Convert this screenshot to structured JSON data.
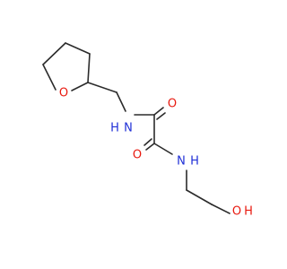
{
  "colors": {
    "bond": "#2b2b2b",
    "oxygen": "#e8190f",
    "nitrogen": "#1f2fd6",
    "background": "#ffffff"
  },
  "atoms": {
    "o_ring": "O",
    "n_top": "N",
    "h_top": "H",
    "o_carbonyl_top": "O",
    "o_carbonyl_bottom": "O",
    "n_bottom": "N",
    "h_bottom": "H",
    "o_hydroxyl": "O",
    "h_hydroxyl": "H"
  }
}
